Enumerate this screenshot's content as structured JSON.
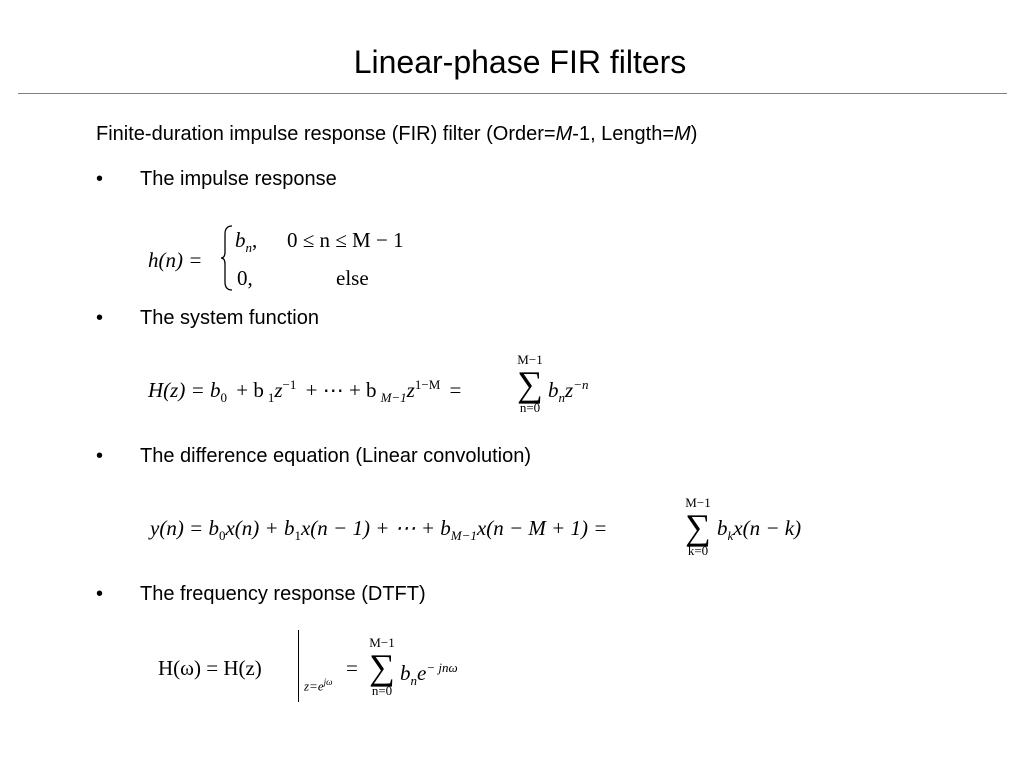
{
  "slide": {
    "title": "Linear-phase FIR filters",
    "intro": {
      "prefix": "Finite-duration impulse response (FIR) filter (Order=",
      "order_var": "M",
      "mid": "-1, Length=",
      "length_var": "M",
      "suffix": ")"
    },
    "bullets": [
      {
        "marker": "•",
        "text": "The impulse response"
      },
      {
        "marker": "•",
        "text": "The system function"
      },
      {
        "marker": "•",
        "text": "The difference equation (Linear convolution)"
      },
      {
        "marker": "•",
        "text": "The frequency response (DTFT)"
      }
    ],
    "eq_impulse": {
      "lhs": "h(n) =",
      "case1_value": "b",
      "case1_sub": "n",
      "case1_sep": ",",
      "case1_cond": "0 ≤ n ≤ M − 1",
      "case2_value": "0,",
      "case2_cond": "else"
    },
    "eq_system": {
      "lhs": "H(z) = b",
      "sub0": "0",
      "plus1": "+ b",
      "sub1": "1",
      "z1": "z",
      "exp1": "−1",
      "dots": "+ ⋯ + b",
      "subM": "M−1",
      "zM": "z",
      "expM": "1−M",
      "equals": "=",
      "sum_upper": "M−1",
      "sum_lower": "n=0",
      "term": "b",
      "term_sub": "n",
      "term_z": "z",
      "term_exp": "−n"
    },
    "eq_difference": {
      "lhs": "y(n) = b",
      "sub0": "0",
      "t0": "x(n) + b",
      "sub1": "1",
      "t1": "x(n − 1) + ⋯ + b",
      "subM": "M−1",
      "tM": "x(n − M + 1) =",
      "sum_upper": "M−1",
      "sum_lower": "k=0",
      "term": "b",
      "term_sub": "k",
      "term_rest": "x(n − k)"
    },
    "eq_frequency": {
      "lhs": "H(ω) = H(z)",
      "eval_sub": "z=e",
      "eval_sup": "jω",
      "equals": "=",
      "sum_upper": "M−1",
      "sum_lower": "n=0",
      "term": "b",
      "term_sub": "n",
      "term_e": "e",
      "term_exp": "− jnω"
    }
  }
}
